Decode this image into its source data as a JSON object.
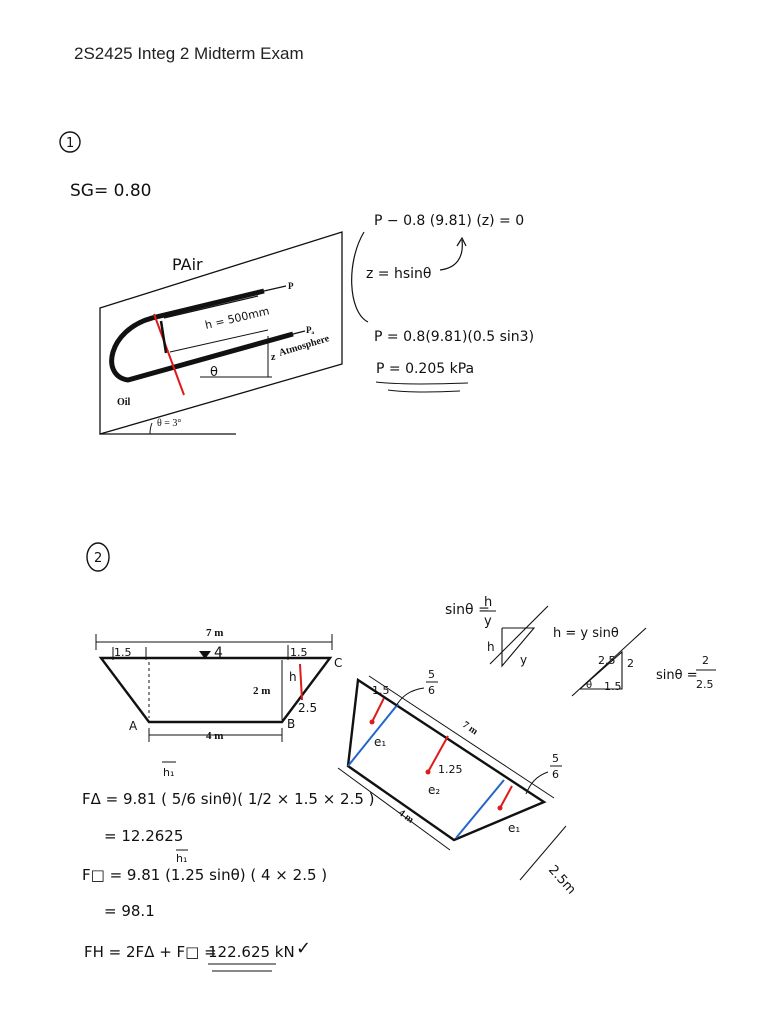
{
  "header": {
    "title": "2S2425 Integ 2 Midterm Exam"
  },
  "problem1": {
    "number": "1",
    "given": "SG= 0.80",
    "figure": {
      "p_air": "PAir",
      "p": "P",
      "pa": "Pₐ",
      "atmosphere": "Atmosphere",
      "h": "h = 500mm",
      "z": "z",
      "theta_small": "θ",
      "oil": "Oil",
      "theta": "θ = 3°"
    },
    "work": {
      "eq1": "P − 0.8 (9.81) (z) = 0",
      "eq2": "z = hsinθ",
      "eq3": "P = 0.8(9.81)(0.5 sin3)",
      "answer": "P = 0.205 kPa"
    }
  },
  "problem2": {
    "number": "2",
    "trap": {
      "top": "7 m",
      "mid": "4",
      "left15": "1.5",
      "right15": "1.5",
      "h": "h",
      "two_m": "2 m",
      "c": "C",
      "a": "A",
      "b": "B",
      "side25": "2.5",
      "bottom": "4 m"
    },
    "side": {
      "sin_def": "sinθ =",
      "hbar": "h",
      "ybar": "y",
      "h_rel": "h = y sinθ",
      "t25": "2.5",
      "t2": "2",
      "t15": "1.5",
      "ttheta": "θ",
      "sin_val": "sinθ =",
      "num2": "2",
      "den25": "2.5"
    },
    "incl": {
      "seven": "7 m",
      "four": "4 m",
      "d25": "2.5m",
      "f56_top": "5",
      "f56_bot": "6",
      "f56b_top": "5",
      "f56b_bot": "6",
      "l15": "1.5",
      "l125": "1.25",
      "e1": "e₁",
      "e2": "e₂",
      "e1b": "e₁"
    },
    "calc": {
      "h1_label": "h₁",
      "line1": "FΔ = 9.81 ( 5/6 sinθ)( 1/2 × 1.5 × 2.5 )",
      "line2": "= 12.2625",
      "h1_label2": "h₁",
      "line3": "F□ = 9.81 (1.25 sinθ) ( 4 × 2.5 )",
      "line4": "= 98.1",
      "line5": "FH = 2FΔ + F□ = ",
      "result": "122.625 kN",
      "check": "✓"
    }
  }
}
